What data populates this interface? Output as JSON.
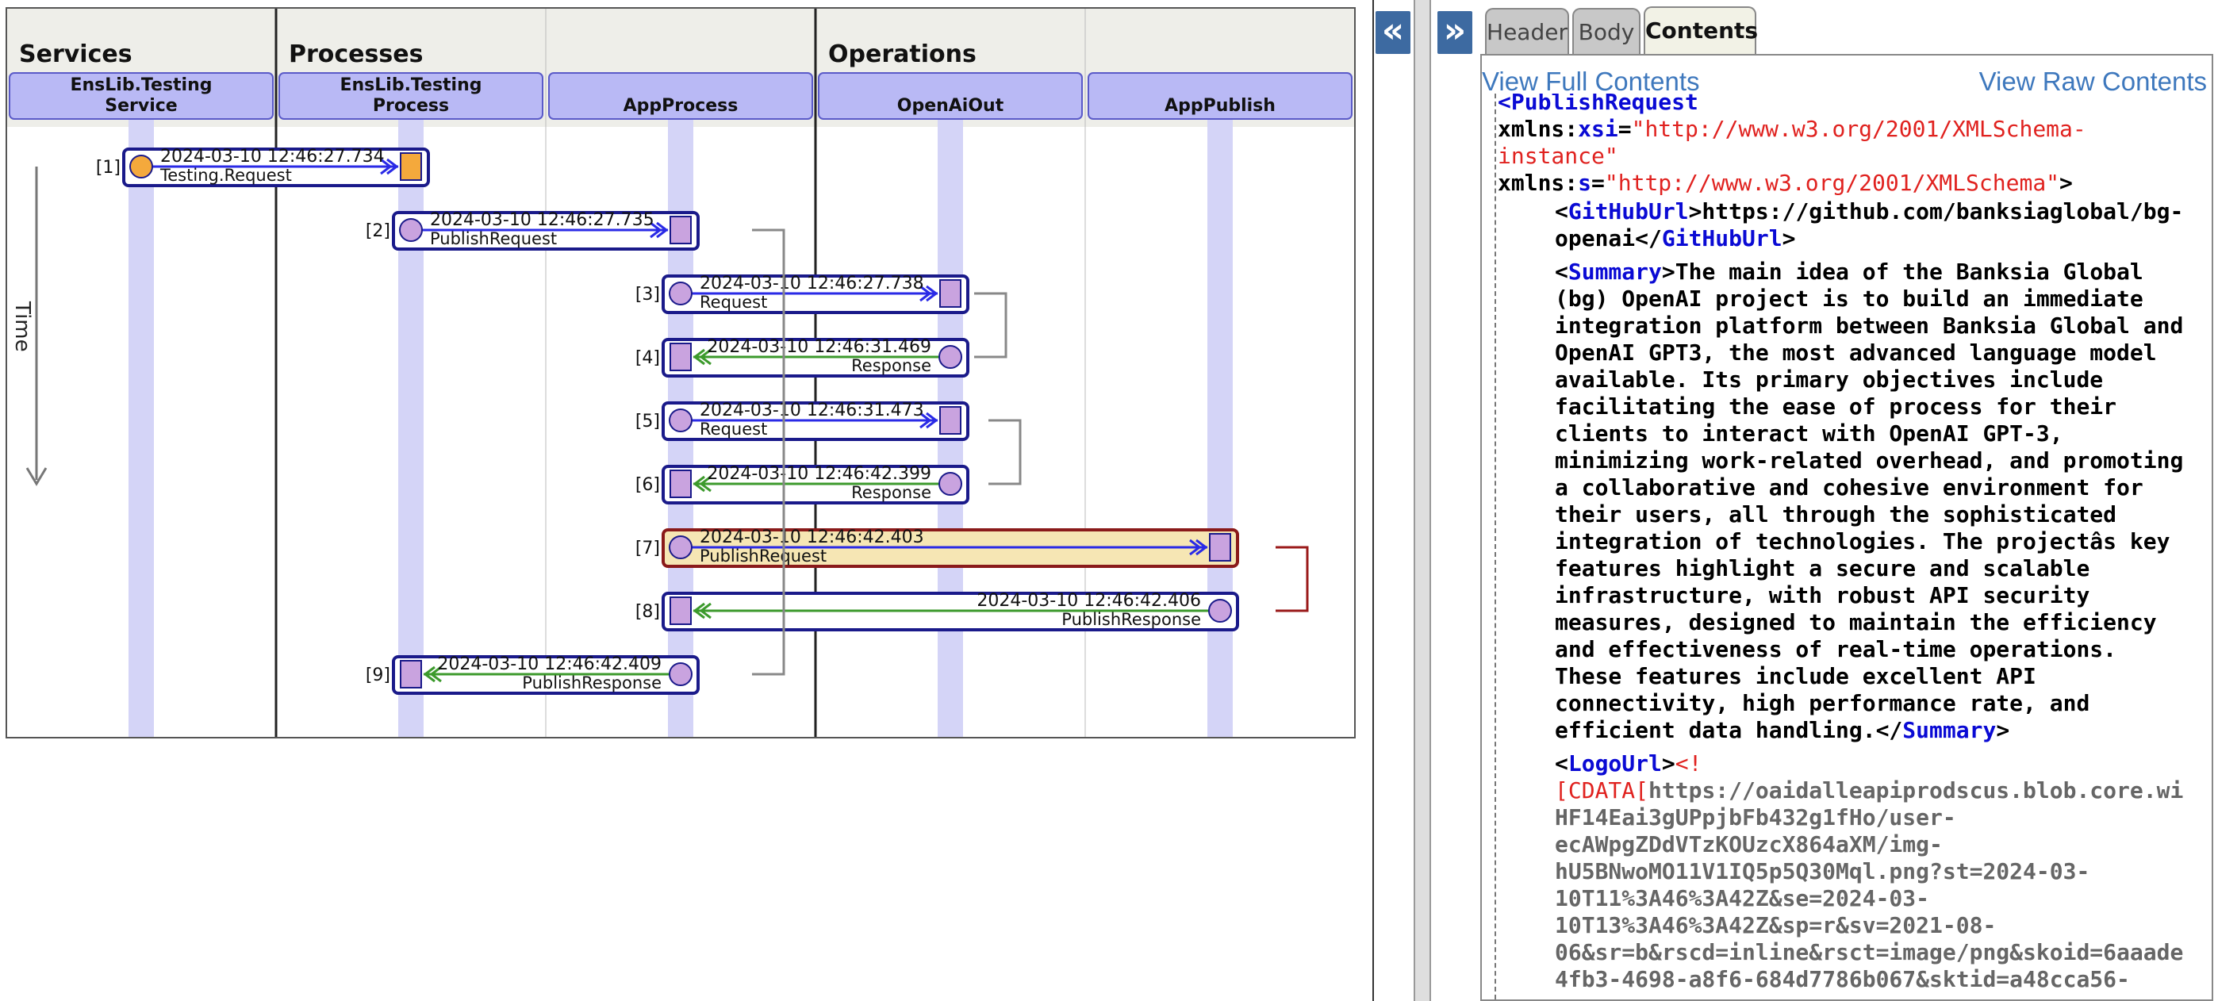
{
  "diagram": {
    "columns": [
      {
        "heading": "Services",
        "actors": [
          "EnsLib.Testing\nService"
        ]
      },
      {
        "heading": "Processes",
        "actors": [
          "EnsLib.Testing\nProcess",
          "AppProcess"
        ]
      },
      {
        "heading": "Operations",
        "actors": [
          "OpenAiOut",
          "AppPublish"
        ]
      }
    ],
    "time_label": "Time",
    "messages": [
      {
        "index": "[1]",
        "time": "2024-03-10 12:46:27.734",
        "label": "Testing.Request",
        "from": 0,
        "to": 1,
        "dir": "request",
        "node": "orange"
      },
      {
        "index": "[2]",
        "time": "2024-03-10 12:46:27.735",
        "label": "PublishRequest",
        "from": 1,
        "to": 2,
        "dir": "request"
      },
      {
        "index": "[3]",
        "time": "2024-03-10 12:46:27.738",
        "label": "Request",
        "from": 2,
        "to": 3,
        "dir": "request"
      },
      {
        "index": "[4]",
        "time": "2024-03-10 12:46:31.469",
        "label": "Response",
        "from": 3,
        "to": 2,
        "dir": "response"
      },
      {
        "index": "[5]",
        "time": "2024-03-10 12:46:31.473",
        "label": "Request",
        "from": 2,
        "to": 3,
        "dir": "request"
      },
      {
        "index": "[6]",
        "time": "2024-03-10 12:46:42.399",
        "label": "Response",
        "from": 3,
        "to": 2,
        "dir": "response"
      },
      {
        "index": "[7]",
        "time": "2024-03-10 12:46:42.403",
        "label": "PublishRequest",
        "from": 2,
        "to": 4,
        "dir": "request",
        "highlight": true
      },
      {
        "index": "[8]",
        "time": "2024-03-10 12:46:42.406",
        "label": "PublishResponse",
        "from": 4,
        "to": 2,
        "dir": "response"
      },
      {
        "index": "[9]",
        "time": "2024-03-10 12:46:42.409",
        "label": "PublishResponse",
        "from": 2,
        "to": 1,
        "dir": "response"
      }
    ],
    "colors": {
      "bar": "#d4d4f7",
      "box_border": "#1a1a8a",
      "request_arrow": "#2a2ae6",
      "response_arrow": "#3c9a2c",
      "highlight_fill": "#f6e6b4",
      "highlight_border": "#8a1a1a",
      "node": "#c9a3df",
      "orange": "#f4a93c"
    }
  },
  "buttons": {
    "collapse": "«",
    "expand": "»"
  },
  "tabs": [
    "Header",
    "Body",
    "Contents"
  ],
  "active_tab": "Contents",
  "links": {
    "full": "View Full Contents",
    "raw": "View Raw Contents"
  },
  "xml": {
    "root_open": "<PublishRequest",
    "ns1_attr": "xmlns:xsi",
    "ns1_val_a": "\"http://www.w3.org/2001/XMLSchema-",
    "ns1_val_b": "instance\"",
    "ns2_attr": "xmlns:s",
    "ns2_val": "\"http://www.w3.org/2001/XMLSchema\"",
    "github_tag": "GitHubUrl",
    "github_val_a": "https://github.com/banksiaglobal/bg-",
    "github_val_b": "openai",
    "summary_tag": "Summary",
    "summary_lines": [
      "The main idea of the Banksia Global",
      "(bg) OpenAI project is to build an immediate",
      "integration platform between Banksia Global and",
      "OpenAI GPT3, the most advanced language model",
      "available. Its primary objectives include",
      "facilitating the ease of process for their",
      "clients to interact with OpenAI GPT-3,",
      "minimizing work-related overhead, and promoting",
      "a collaborative and cohesive environment for",
      "their users, all through the sophisticated",
      "integration of technologies. The projectâs key",
      "features highlight a secure and scalable",
      "infrastructure, with robust API security",
      "measures, designed to maintain the efficiency",
      "and effectiveness of real-time operations.",
      "These features include excellent API",
      "connectivity, high performance rate, and",
      "efficient data handling."
    ],
    "logo_tag": "LogoUrl",
    "cdata_open": "<!",
    "cdata_bracket": "[CDATA[",
    "cdata_lines": [
      "https://oaidalleapiprodscus.blob.core.wi",
      "HF14Eai3gUPpjbFb432g1fHo/user-",
      "ecAWpgZDdVTzKOUzcX864aXM/img-",
      "hU5BNwoMO11V1IQ5p5Q30Mql.png?st=2024-03-",
      "10T11%3A46%3A42Z&se=2024-03-",
      "10T13%3A46%3A42Z&sp=r&sv=2021-08-",
      "06&sr=b&rscd=inline&rsct=image/png&skoid=6aaade",
      "4fb3-4698-a8f6-684d7786b067&sktid=a48cca56-"
    ]
  }
}
